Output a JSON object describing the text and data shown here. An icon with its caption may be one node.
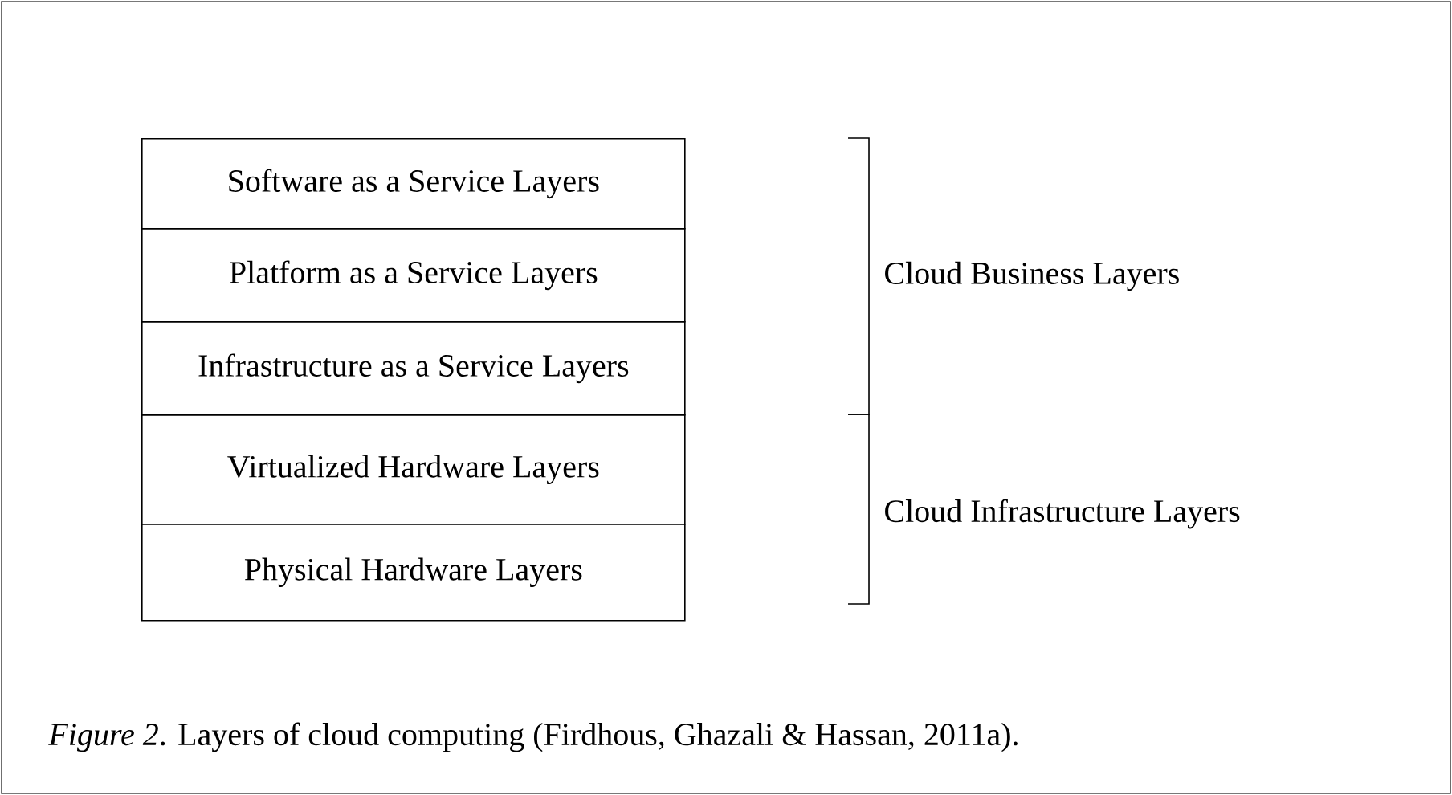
{
  "diagram": {
    "caption": "*Figure 2*. Layers of cloud computing (Firdhous, Ghazali & Hassan, 2011a).",
    "nodes": [
      {
        "text": [
          "Software as a Service Layers"
        ]
      },
      {
        "text": [
          "Platform as a Service Layers"
        ]
      },
      {
        "text": [
          "Infrastructure as a Service Layers"
        ]
      },
      {
        "text": [
          "Virtualized Hardware Layers"
        ]
      },
      {
        "text": [
          "Physical Hardware Layers"
        ]
      }
    ],
    "labels": [
      "Cloud Business Layers",
      "Cloud Infrastructure Layers"
    ]
  }
}
